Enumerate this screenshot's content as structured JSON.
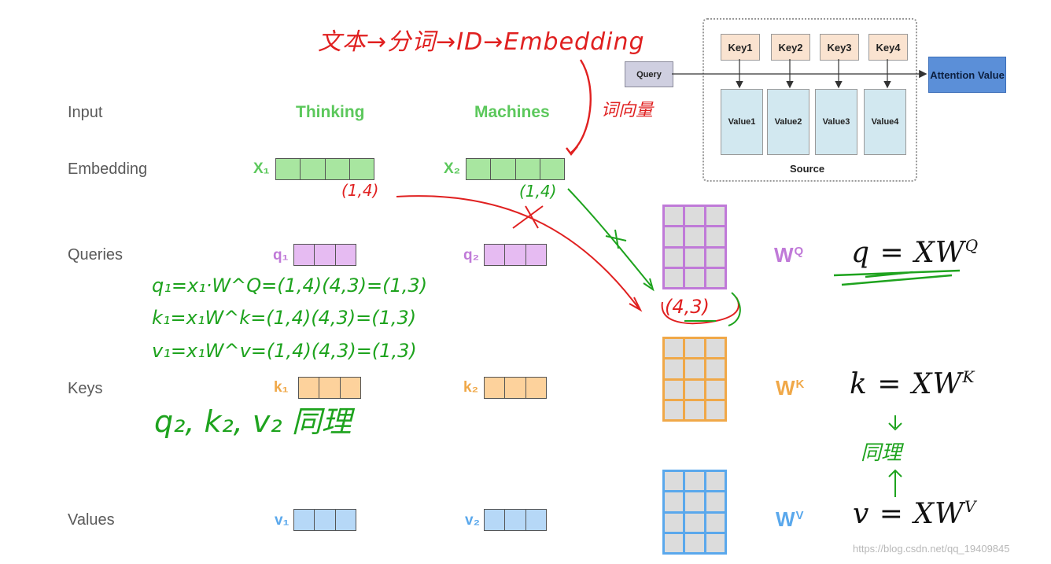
{
  "rows": {
    "input": "Input",
    "embedding": "Embedding",
    "queries": "Queries",
    "keys": "Keys",
    "values": "Values"
  },
  "words": {
    "w1": "Thinking",
    "w2": "Machines"
  },
  "symbols": {
    "x1": "X₁",
    "x2": "X₂",
    "q1": "q₁",
    "q2": "q₂",
    "k1": "k₁",
    "k2": "k₂",
    "v1": "v₁",
    "v2": "v₂"
  },
  "weights": {
    "wq": {
      "base": "W",
      "sup": "Q"
    },
    "wk": {
      "base": "W",
      "sup": "K"
    },
    "wv": {
      "base": "W",
      "sup": "V"
    }
  },
  "formulas": {
    "q": {
      "main": "q = XW",
      "sup": "Q"
    },
    "k": {
      "main": "k = XW",
      "sup": "K"
    },
    "v": {
      "main": "v = XW",
      "sup": "V"
    }
  },
  "attention": {
    "query": "Query",
    "keys": [
      "Key1",
      "Key2",
      "Key3",
      "Key4"
    ],
    "values": [
      "Value1",
      "Value2",
      "Value3",
      "Value4"
    ],
    "output": "Attention Value",
    "source": "Source"
  },
  "handwriting": {
    "pipeline": "文本→分词→ID→Embedding",
    "word_vector": "词向量",
    "shape_x1": "(1,4)",
    "shape_x2": "(1,4)",
    "shape_w": "(4,3)",
    "eq_q": "q₁=x₁·W^Q=(1,4)(4,3)=(1,3)",
    "eq_k": "k₁=x₁W^k=(1,4)(4,3)=(1,3)",
    "eq_v": "v₁=x₁W^v=(1,4)(4,3)=(1,3)",
    "same_left": "q₂, k₂, v₂ 同理",
    "same_right": "同理"
  },
  "watermark": "https://blog.csdn.net/qq_19409845",
  "colors": {
    "green": "#5cc85c",
    "green_fill": "#a8e6a0",
    "purple": "#c07ad8",
    "purple_fill": "#e6bbf2",
    "orange": "#f0a848",
    "orange_fill": "#fdd29c",
    "blue": "#5aa8ec",
    "blue_fill": "#b6d8f7",
    "ink_red": "#e02020",
    "ink_green": "#1ea31e"
  }
}
